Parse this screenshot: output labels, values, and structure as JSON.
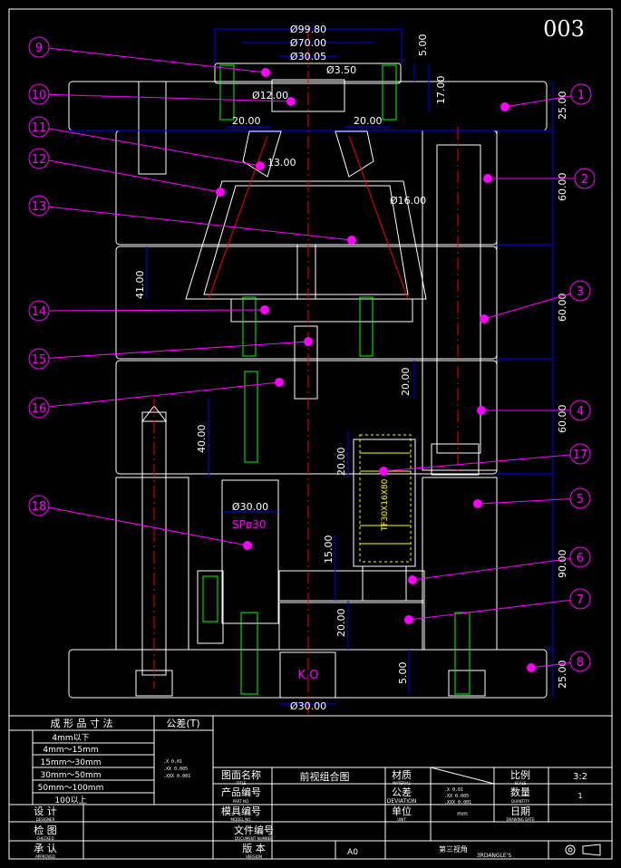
{
  "drawing_number": "003",
  "colors": {
    "background": "#000000",
    "outline": "#ffffff",
    "dimension": "#0000ff",
    "callout": "#ff00ff",
    "centerline": "#ff0000",
    "screw": "#00ff00",
    "spring": "#ffff00",
    "frame": "#ffffff"
  },
  "dimensions": {
    "d99": "Ø99.80",
    "d70": "Ø70.00",
    "d30a": "Ø30.05",
    "d3": "Ø3.50",
    "d12": "Ø12.00",
    "w20a": "20.00",
    "w20b": "20.00",
    "v5": "5.00",
    "v17": "17.00",
    "v25a": "25.00",
    "v60a": "60.00",
    "v60b": "60.00",
    "v60c": "60.00",
    "v90": "90.00",
    "v25b": "25.00",
    "v41": "41.00",
    "v40": "40.00",
    "v20c": "20.00",
    "v20d": "20.00",
    "v15": "15.00",
    "v20e": "20.00",
    "v5b": "5.00",
    "ang13": "13.00",
    "d16": "Ø16.00",
    "d30b": "Ø30.00",
    "d30c": "Ø30.00",
    "spring_label": "TF30X16X80",
    "sp_label": "SPø30",
    "ko_label": "K.O"
  },
  "callouts": [
    "1",
    "2",
    "3",
    "4",
    "5",
    "6",
    "7",
    "8",
    "9",
    "10",
    "11",
    "12",
    "13",
    "14",
    "15",
    "16",
    "17",
    "18"
  ],
  "tolerance_table": {
    "header_left": "成 形 品 寸 法",
    "header_right": "公差(T)",
    "rows": [
      "4mm以下",
      "4mm～15mm",
      "15mm～30mm",
      "30mm～50mm",
      "50mm～100mm",
      "100以上"
    ],
    "tol_values": [
      ".X  0.01",
      ".XX  0.005",
      ".XXX 0.001"
    ]
  },
  "title_block": {
    "drawing_name_label": "图面名称",
    "drawing_name_sub": "TITLE",
    "drawing_name_value": "前视组合图",
    "product_no_label": "产品编号",
    "product_no_sub": "PART NO.",
    "mold_no_label": "模具编号",
    "mold_no_sub": "MODEL NO.",
    "file_no_label": "文件编号",
    "file_no_sub": "DOCUMENT NUMBER",
    "version_label": "版    本",
    "version_sub": "VERSION",
    "version_value": "A0",
    "material_label": "材质",
    "material_sub": "MATERIAL",
    "deviation_label": "公差",
    "deviation_sub": "DEVIATION",
    "deviation_values": [
      ".X  0.01",
      ".XX  0.005",
      ".XXX 0.001"
    ],
    "unit_label": "单位",
    "unit_sub": "UNIT",
    "unit_value": "mm",
    "scale_label": "比例",
    "scale_sub": "SCALE",
    "scale_value": "3:2",
    "quantity_label": "数量",
    "quantity_sub": "QUANTITY",
    "quantity_value": "1",
    "date_label": "日期",
    "date_sub": "DRAWING DATE",
    "projection_value": "第三视角",
    "projection_sub": "3RDANGLE'S",
    "designer_label": "设    计",
    "designer_sub": "DESIGNER",
    "checker_label": "检    图",
    "checker_sub": "CHECKED",
    "approver_label": "承    认",
    "approver_sub": "APPROVED"
  }
}
